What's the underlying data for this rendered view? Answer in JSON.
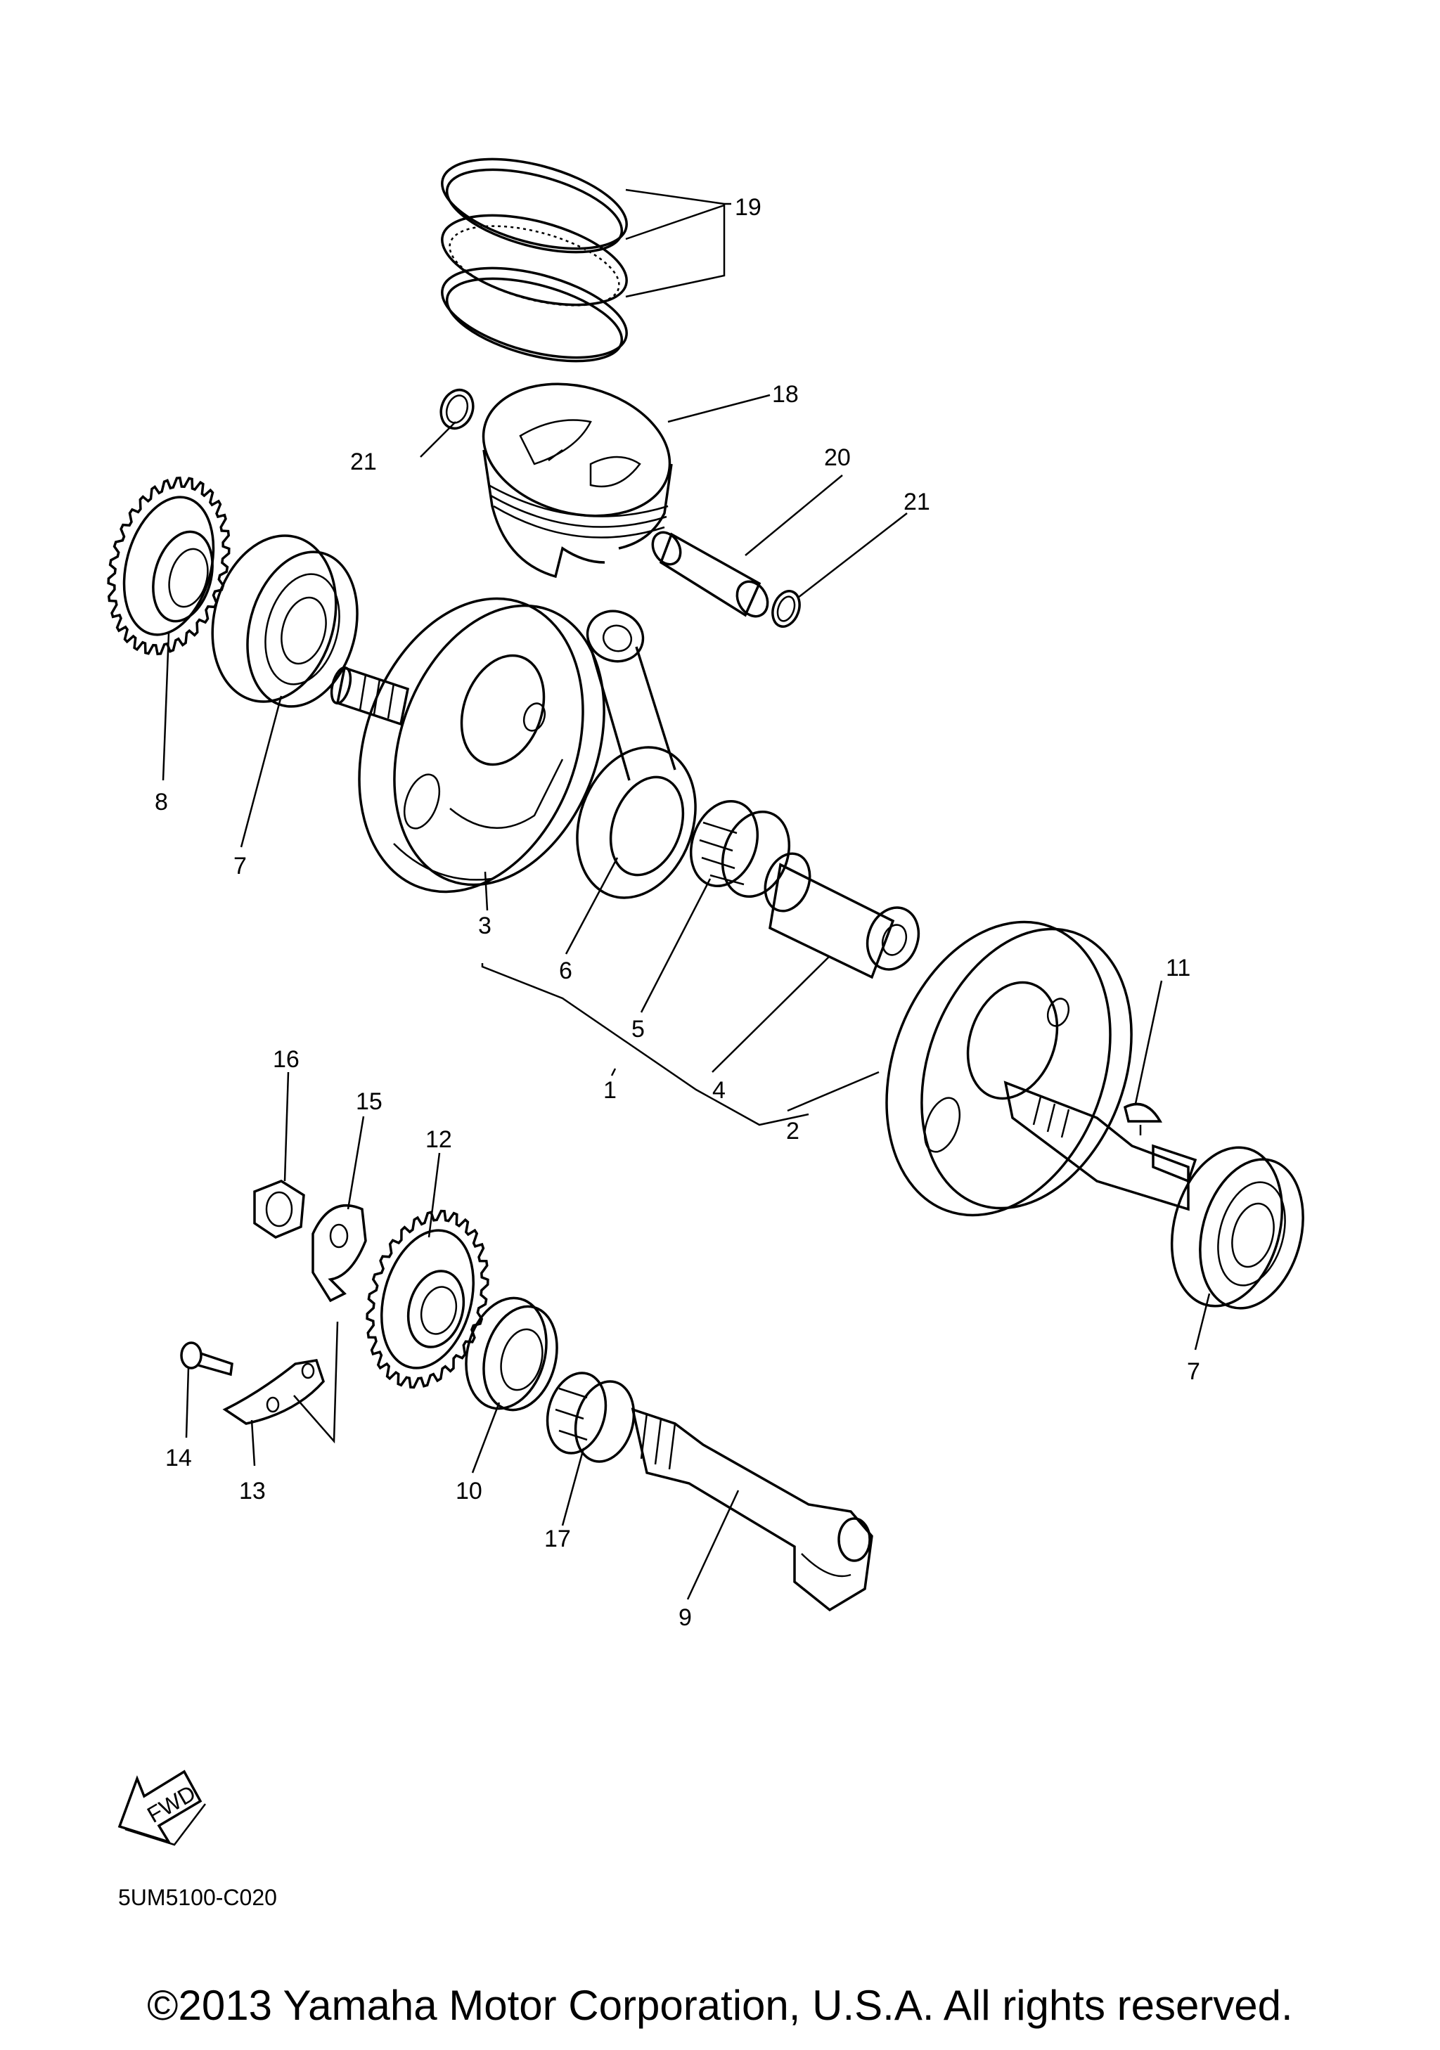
{
  "callouts": [
    {
      "id": "c19",
      "text": "19"
    },
    {
      "id": "c18",
      "text": "18"
    },
    {
      "id": "c20",
      "text": "20"
    },
    {
      "id": "c21a",
      "text": "21"
    },
    {
      "id": "c21b",
      "text": "21"
    },
    {
      "id": "c8",
      "text": "8"
    },
    {
      "id": "c7a",
      "text": "7"
    },
    {
      "id": "c3",
      "text": "3"
    },
    {
      "id": "c6",
      "text": "6"
    },
    {
      "id": "c5",
      "text": "5"
    },
    {
      "id": "c1",
      "text": "1"
    },
    {
      "id": "c4",
      "text": "4"
    },
    {
      "id": "c2",
      "text": "2"
    },
    {
      "id": "c11",
      "text": "11"
    },
    {
      "id": "c7b",
      "text": "7"
    },
    {
      "id": "c16",
      "text": "16"
    },
    {
      "id": "c15",
      "text": "15"
    },
    {
      "id": "c12",
      "text": "12"
    },
    {
      "id": "c14",
      "text": "14"
    },
    {
      "id": "c13",
      "text": "13"
    },
    {
      "id": "c10",
      "text": "10"
    },
    {
      "id": "c17",
      "text": "17"
    },
    {
      "id": "c9",
      "text": "9"
    }
  ],
  "fwd_label": "FWD",
  "diagram_code": "5UM5100-C020",
  "copyright": "©2013 Yamaha Motor Corporation, U.S.A. All rights reserved."
}
